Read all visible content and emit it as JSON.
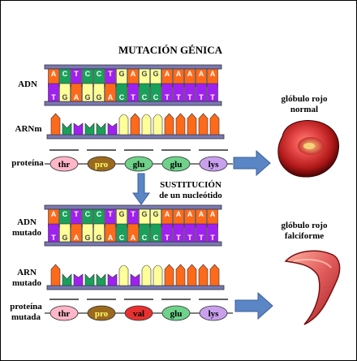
{
  "title": "MUTACIÓN GÉNICA",
  "labels": {
    "adn": "ADN",
    "arnm": "ARNm",
    "proteina": "proteína",
    "adn_mutado": "ADN mutado",
    "arn_mutado": "ARN mutado",
    "proteina_mutada": "proteína mutada",
    "sustitucion_line1": "SUSTITUCIÓN",
    "sustitucion_line2": "de un nucleótido",
    "normal_cell_line1": "glóbulo rojo",
    "normal_cell_line2": "normal",
    "sickle_cell_line1": "glóbulo rojo",
    "sickle_cell_line2": "falciforme"
  },
  "dna_normal": {
    "top": [
      "A",
      "C",
      "T",
      "C",
      "C",
      "T",
      "G",
      "A",
      "G",
      "G",
      "A",
      "A",
      "A",
      "A",
      "A"
    ],
    "bottom": [
      "T",
      "G",
      "A",
      "G",
      "G",
      "A",
      "C",
      "T",
      "C",
      "C",
      "T",
      "T",
      "T",
      "T",
      "T"
    ]
  },
  "dna_mutated": {
    "top": [
      "A",
      "C",
      "T",
      "C",
      "C",
      "T",
      "G",
      "T",
      "G",
      "G",
      "A",
      "A",
      "A",
      "A",
      "A"
    ],
    "bottom": [
      "T",
      "G",
      "A",
      "G",
      "G",
      "A",
      "C",
      "A",
      "C",
      "C",
      "T",
      "T",
      "T",
      "T",
      "T"
    ]
  },
  "arn_normal": [
    "A",
    "C",
    "U",
    "C",
    "C",
    "U",
    "G",
    "A",
    "G",
    "G",
    "A",
    "A",
    "A",
    "A",
    "A"
  ],
  "arn_mutated": [
    "A",
    "C",
    "U",
    "C",
    "C",
    "U",
    "G",
    "U",
    "G",
    "G",
    "A",
    "A",
    "A",
    "A",
    "A"
  ],
  "protein_normal": [
    "thr",
    "pro",
    "glu",
    "glu",
    "lys"
  ],
  "protein_mutated": [
    "thr",
    "pro",
    "val",
    "glu",
    "lys"
  ],
  "colors": {
    "A": "#ff6a1a",
    "T": "#a020f0",
    "U": "#a020f0",
    "C": "#19a05a",
    "G": "#ffff99",
    "thr": "#ffb6c8",
    "pro": "#9b6a1e",
    "glu": "#6ed28a",
    "val": "#e83030",
    "lys": "#c9a0ee",
    "backbone": "#7878b4",
    "arrow": "#5b86c5"
  }
}
